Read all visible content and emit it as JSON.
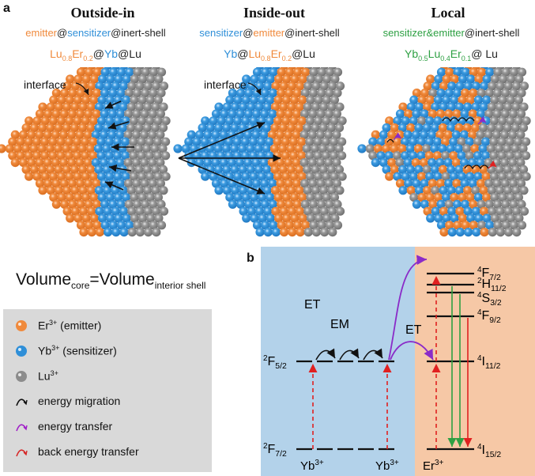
{
  "panel_a": {
    "label": "a",
    "columns": [
      {
        "title": "Outside-in",
        "formula": [
          [
            "emitter",
            "or"
          ],
          [
            "@",
            "bk"
          ],
          [
            "sensitizer",
            "bl"
          ],
          [
            "@inert-shell",
            "bk"
          ]
        ],
        "composition": [
          [
            "Lu",
            "or"
          ],
          [
            "0.8",
            "or-sub"
          ],
          [
            "Er",
            "or"
          ],
          [
            "0.2",
            "or-sub"
          ],
          [
            "@",
            "bk"
          ],
          [
            "Yb",
            "bl"
          ],
          [
            "@Lu",
            "bk"
          ]
        ]
      },
      {
        "title": "Inside-out",
        "formula": [
          [
            "sensitizer",
            "bl"
          ],
          [
            "@",
            "bk"
          ],
          [
            "emitter",
            "or"
          ],
          [
            "@inert-shell",
            "bk"
          ]
        ],
        "composition": [
          [
            "Yb",
            "bl"
          ],
          [
            "@",
            "bk"
          ],
          [
            "Lu",
            "or"
          ],
          [
            "0.8",
            "or-sub"
          ],
          [
            "Er",
            "or"
          ],
          [
            "0.2",
            "or-sub"
          ],
          [
            "@Lu",
            "bk"
          ]
        ]
      },
      {
        "title": "Local",
        "formula": [
          [
            "sensitizer&emitter",
            "gr"
          ],
          [
            "@inert-shell",
            "bk"
          ]
        ],
        "composition": [
          [
            "Yb",
            "gr"
          ],
          [
            "0.5",
            "gr-sub"
          ],
          [
            "Lu",
            "gr"
          ],
          [
            "0.4",
            "gr-sub"
          ],
          [
            "Er",
            "gr"
          ],
          [
            "0.1",
            "gr-sub"
          ],
          [
            "@ Lu",
            "bk"
          ]
        ]
      }
    ],
    "interface_label": "interface",
    "volume_eq": {
      "main": "Volume",
      "sub1": "core",
      "eq": "=Volume",
      "sub2": "interior shell"
    }
  },
  "legend": {
    "items": [
      {
        "symbol": "Er",
        "sup": "3+",
        "text": " (emitter)",
        "kind": "dot",
        "color": "#f08a3c"
      },
      {
        "symbol": "Yb",
        "sup": "3+",
        "text": " (sensitizer)",
        "kind": "dot",
        "color": "#2f8fd8"
      },
      {
        "symbol": "Lu",
        "sup": "3+",
        "text": "",
        "kind": "dot",
        "color": "#8c8c8c"
      },
      {
        "symbol": "energy migration",
        "sup": "",
        "text": "",
        "kind": "arc",
        "color": "#111111"
      },
      {
        "symbol": "energy transfer",
        "sup": "",
        "text": "",
        "kind": "arc",
        "color": "#a020c8"
      },
      {
        "symbol": "back energy transfer",
        "sup": "",
        "text": "",
        "kind": "arc",
        "color": "#d62828"
      }
    ]
  },
  "panel_b": {
    "label": "b",
    "em": "EM",
    "et": "ET",
    "yb_levels": [
      {
        "main": "F",
        "pre": "2",
        "sub": "5/2"
      },
      {
        "main": "F",
        "pre": "2",
        "sub": "7/2"
      }
    ],
    "er_levels": [
      {
        "pre": "4",
        "main": "F",
        "sub": "7/2"
      },
      {
        "pre": "2",
        "main": "H",
        "sub": "11/2"
      },
      {
        "pre": "4",
        "main": "S",
        "sub": "3/2"
      },
      {
        "pre": "4",
        "main": "F",
        "sub": "9/2"
      },
      {
        "pre": "4",
        "main": "I",
        "sub": "11/2"
      },
      {
        "pre": "4",
        "main": "I",
        "sub": "15/2"
      }
    ],
    "ions": [
      {
        "main": "Yb",
        "sup": "3+"
      },
      {
        "main": "Yb",
        "sup": "3+"
      },
      {
        "main": "Er",
        "sup": "3+"
      }
    ]
  },
  "colors": {
    "orange": "#f08a3c",
    "blue": "#2f8fd8",
    "gray": "#8c8c8c",
    "green": "#2ea043",
    "purple": "#8a2bc8",
    "red": "#e02020",
    "bg_blue": "#b3d2ea",
    "bg_orange": "#f6c8a6",
    "legend_bg": "#d9d9d9"
  }
}
